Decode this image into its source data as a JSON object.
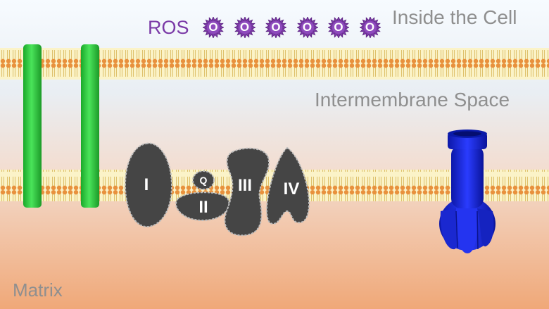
{
  "labels": {
    "inside": "Inside the Cell",
    "intermembrane": "Intermembrane Space",
    "matrix": "Matrix",
    "ros": "ROS"
  },
  "ros_molecules": [
    "O",
    "O",
    "O",
    "O",
    "O",
    "O"
  ],
  "complexes": {
    "c1": "I",
    "c2": "II",
    "q": "Q",
    "c3": "III",
    "c4": "IV"
  },
  "colors": {
    "ros_label": "#7a39a6",
    "ros_molecule": "#7b3aa6",
    "complex_fill": "#454545",
    "channel_green": "#2ecc40",
    "atp_synthase_blue": "#1c2be0",
    "label_gray": "#8f8f8f"
  },
  "icons": {
    "ros": "spiky-star-icon",
    "channel": "green-cylinder-icon",
    "atp_synthase": "atp-synthase-icon"
  }
}
